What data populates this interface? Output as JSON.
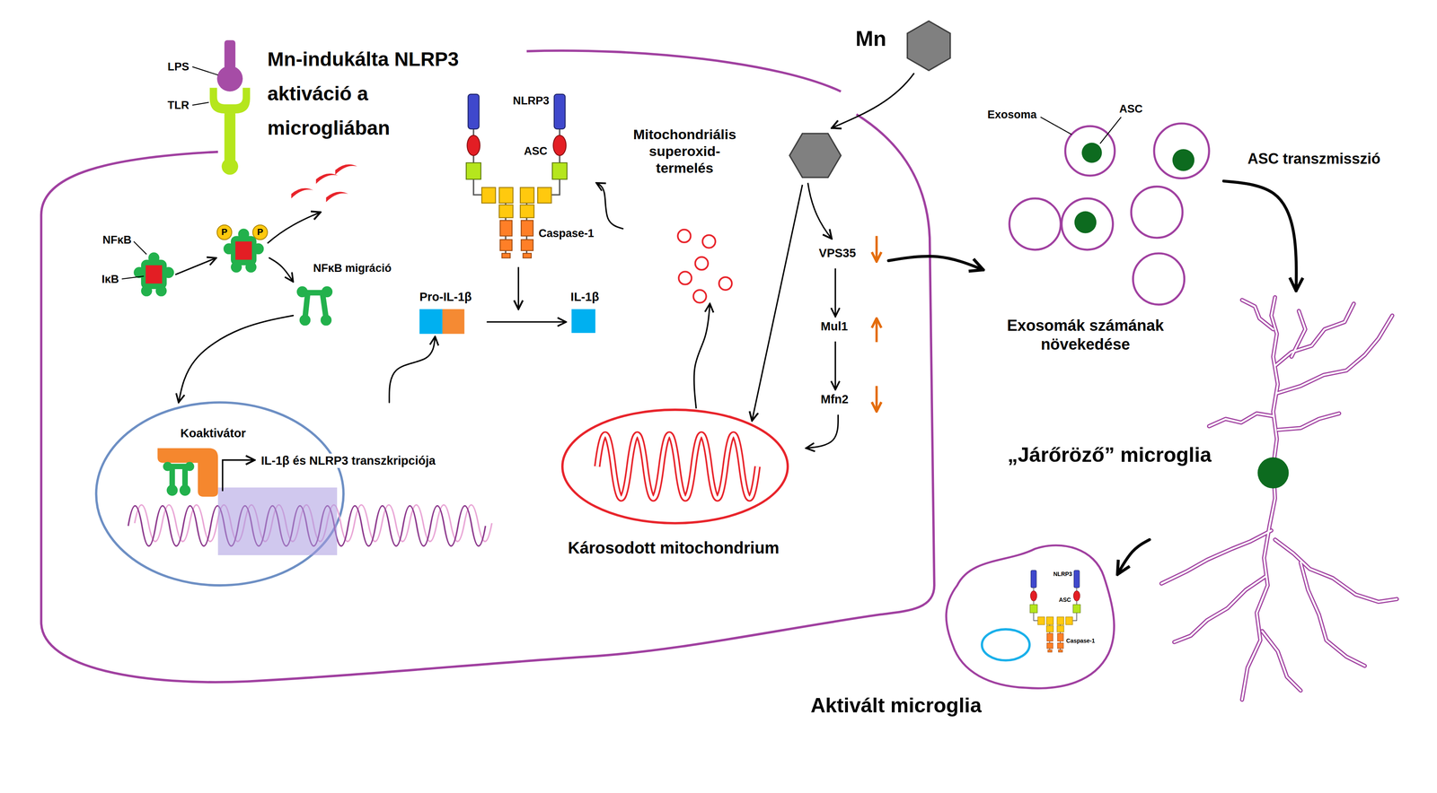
{
  "diagram": {
    "title": "Mn-indukálta NLRP3 aktiváció a microgliában",
    "nodes": [
      {
        "text": [
          "NFκB",
          "IκB"
        ]
      },
      {
        "text": [
          "P",
          "P"
        ]
      },
      {
        "text": [
          "NFκB migráció"
        ]
      },
      {
        "text": [
          "Koaktivátor",
          "IL-1β és NLRP3 transzkripciója"
        ]
      },
      {
        "text": [
          "Pro-IL-1β"
        ]
      },
      {
        "text": [
          "IL-1β"
        ]
      },
      {
        "text": [
          "NLRP3",
          "ASC",
          "Caspase-1"
        ]
      },
      {
        "text": [
          "Mitochondriális superoxid-termelés"
        ]
      },
      {
        "text": [
          "Károsodott mitochondrium"
        ]
      },
      {
        "text": [
          "Mn"
        ]
      },
      {
        "text": [
          "VPS35"
        ]
      },
      {
        "text": [
          "Mul1"
        ]
      },
      {
        "text": [
          "Mfn2"
        ]
      },
      {
        "text": [
          "Exosoma",
          "ASC",
          "Exosomák számának növekedése"
        ]
      },
      {
        "text": [
          "„Járőröző” microglia"
        ]
      },
      {
        "text": [
          "Aktivált microglia",
          "NLRP3",
          "ASC",
          "Caspase-1"
        ]
      }
    ],
    "edges": [
      {
        "from": 0,
        "to": 1,
        "arrow": "to"
      },
      {
        "from": 1,
        "to": 2,
        "arrow": "to"
      },
      {
        "from": 2,
        "to": 3,
        "arrow": "to"
      },
      {
        "from": 3,
        "to": 4,
        "arrow": "to"
      },
      {
        "from": 4,
        "to": 5,
        "arrow": "to"
      },
      {
        "from": 7,
        "to": 6,
        "arrow": "to"
      },
      {
        "from": 8,
        "to": 7,
        "arrow": "to"
      },
      {
        "from": 10,
        "to": 11,
        "arrow": "to"
      },
      {
        "from": 11,
        "to": 12,
        "arrow": "to"
      },
      {
        "from": 12,
        "to": 8,
        "arrow": "to"
      },
      {
        "from": 10,
        "to": 13,
        "arrow": "to"
      },
      {
        "from": 13,
        "to": 14,
        "label": "ASC transzmisszió",
        "arrow": "to"
      },
      {
        "from": 14,
        "to": 15,
        "arrow": "to"
      }
    ],
    "labels": [
      "LPS",
      "TLR"
    ]
  }
}
